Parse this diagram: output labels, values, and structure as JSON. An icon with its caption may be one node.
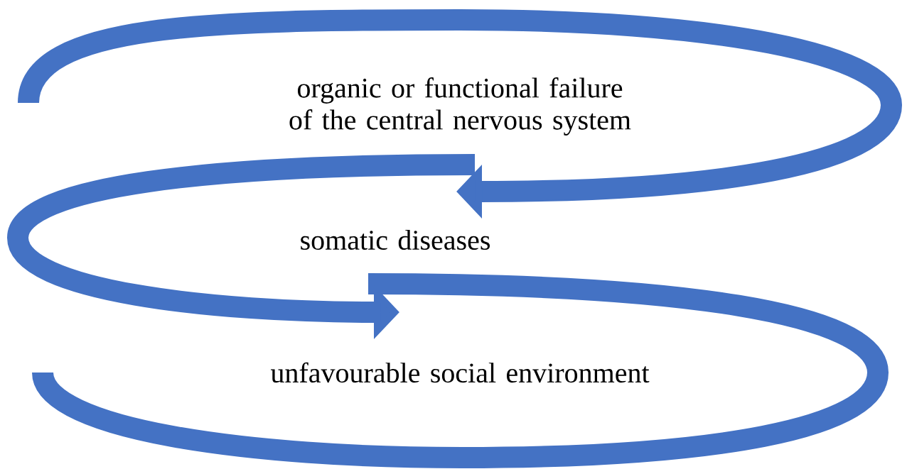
{
  "diagram": {
    "nodes": [
      {
        "text": [
          "organic or functional failure of the central nervous system"
        ]
      },
      {
        "text": [
          "somatic diseases"
        ]
      },
      {
        "text": [
          "unfavourable social environment"
        ]
      }
    ]
  }
}
